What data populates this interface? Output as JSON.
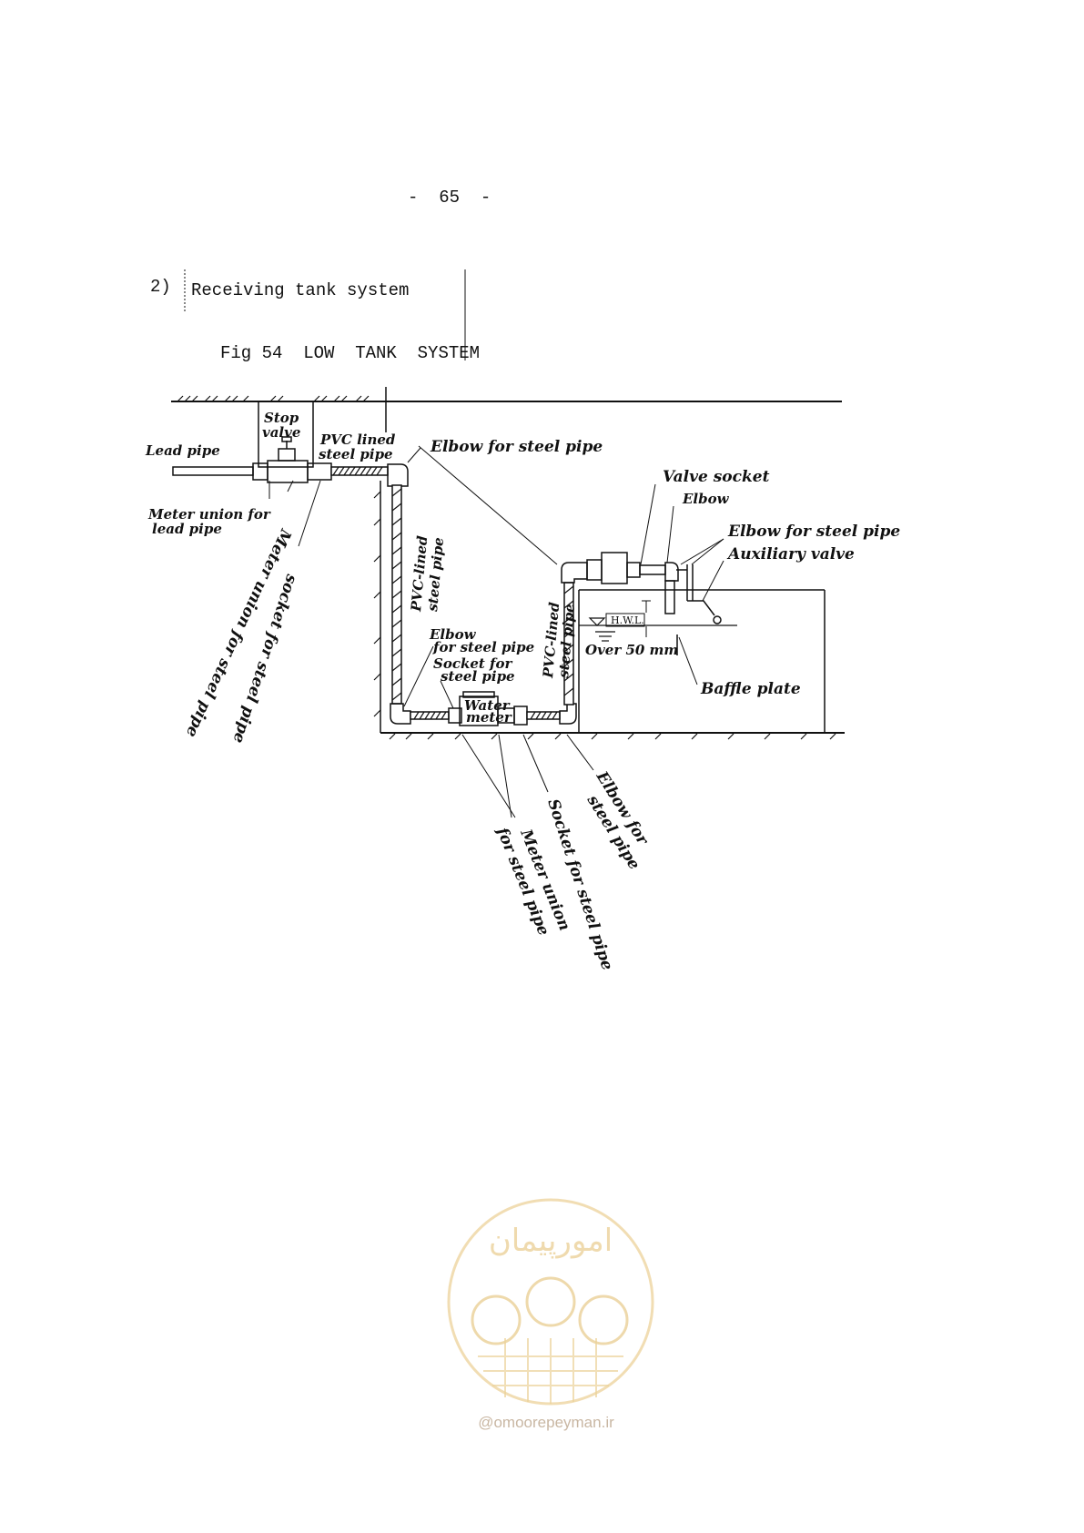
{
  "page": {
    "page_number": "-  65  -",
    "section_number": "2)",
    "section_title": "Receiving tank system",
    "figure_caption": "Fig 54  LOW  TANK  SYSTEM"
  },
  "diagram_labels": {
    "stop_valve_1": "Stop",
    "stop_valve_2": "valve",
    "lead_pipe": "Lead pipe",
    "pvc_lined_top_1": "PVC lined",
    "pvc_lined_top_2": "steel pipe",
    "elbow_top": "Elbow for steel pipe",
    "meter_union_lead_1": "Meter union for",
    "meter_union_lead_2": "lead pipe",
    "meter_union_steel": "Meter union for steel pipe",
    "socket_steel_left": "socket for steel pipe",
    "pvc_lined_left_1": "PVC-lined",
    "pvc_lined_left_2": "steel pipe",
    "pvc_lined_right_1": "PVC-lined",
    "pvc_lined_right_2": "steel pipe",
    "elbow_bottom_left_1": "Elbow",
    "elbow_bottom_left_2": "for steel pipe",
    "socket_bottom_left_1": "Socket for",
    "socket_bottom_left_2": "steel pipe",
    "water_meter_1": "Water",
    "water_meter_2": "meter",
    "valve_socket": "Valve socket",
    "elbow_right": "Elbow",
    "elbow_steel_right": "Elbow for steel pipe",
    "auxiliary_valve": "Auxiliary valve",
    "hwl": "H.W.L.",
    "over_50": "Over 50 mm",
    "baffle_plate": "Baffle plate",
    "elbow_bottom_right_1": "Elbow for",
    "elbow_bottom_right_2": "steel pipe",
    "socket_bottom_right": "Socket for steel pipe",
    "meter_union_bottom_1": "Meter union",
    "meter_union_bottom_2": "for steel pipe"
  },
  "watermark": {
    "logo_text": "امورپیمان",
    "site": "@omoorepeyman.ir"
  },
  "colors": {
    "ink": "#111111",
    "watermark": "#e6c98a"
  }
}
